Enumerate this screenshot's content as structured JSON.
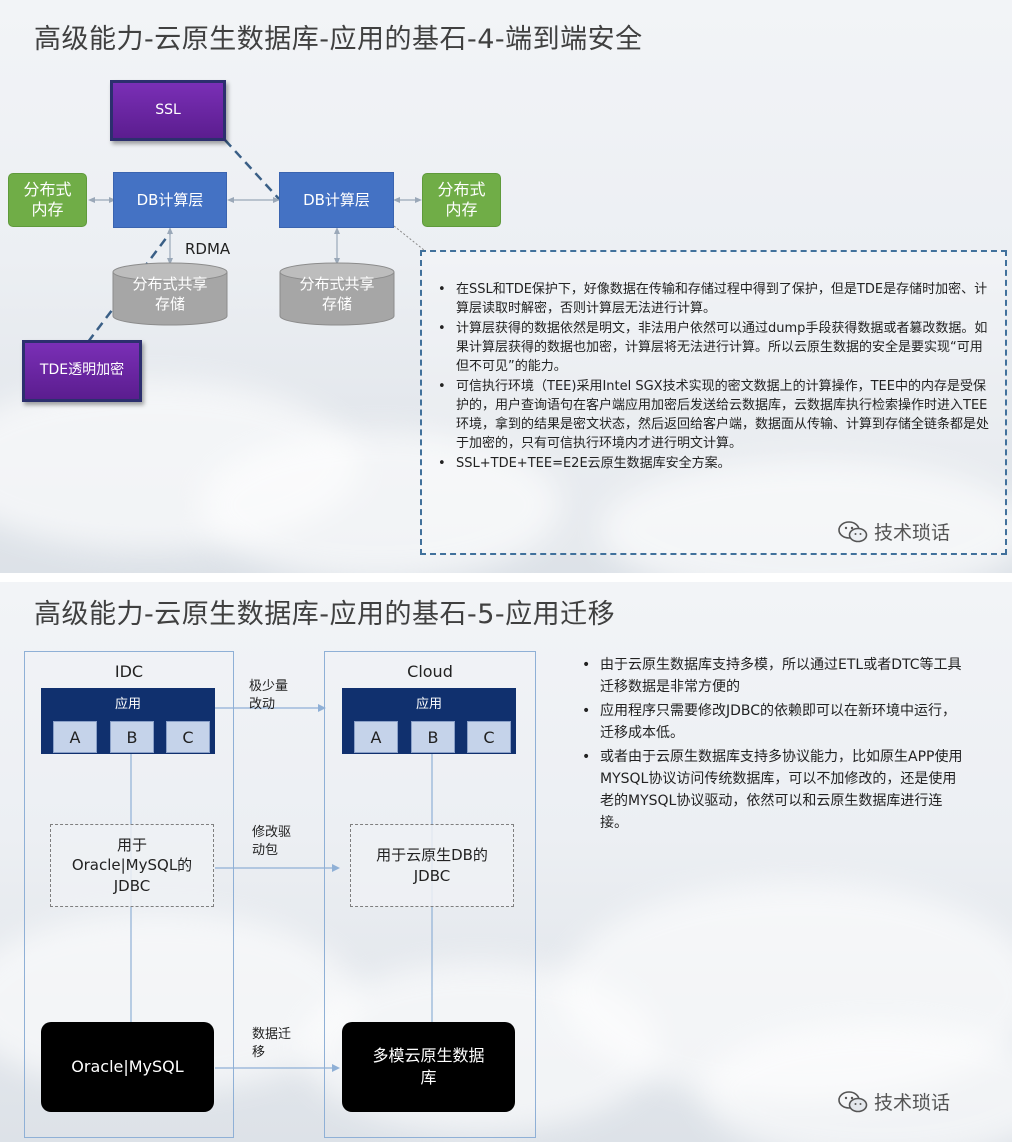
{
  "slide1": {
    "title": "高级能力-云原生数据库-应用的基石-4-端到端安全",
    "ssl_box": "SSL",
    "db_compute_left": "DB计算层",
    "db_compute_right": "DB计算层",
    "memory_left": "分布式\n内存",
    "memory_right": "分布式\n内存",
    "rdma_label": "RDMA",
    "storage_left": "分布式共享\n存储",
    "storage_right": "分布式共享\n存储",
    "tde_box": "TDE透明加密",
    "bullets": [
      "在SSL和TDE保护下，好像数据在传输和存储过程中得到了保护，但是TDE是存储时加密、计算层读取时解密，否则计算层无法进行计算。",
      "计算层获得的数据依然是明文，非法用户依然可以通过dump手段获得数据或者篡改数据。如果计算层获得的数据也加密，计算层将无法进行计算。所以云原生数据的安全是要实现“可用但不可见”的能力。",
      "可信执行环境（TEE)采用Intel SGX技术实现的密文数据上的计算操作，TEE中的内存是受保护的，用户查询语句在客户端应用加密后发送给云数据库，云数据库执行检索操作时进入TEE环境，拿到的结果是密文状态，然后返回给客户端，数据面从传输、计算到存储全链条都是处于加密的，只有可信执行环境内才进行明文计算。",
      "SSL+TDE+TEE=E2E云原生数据库安全方案。"
    ],
    "watermark": "技术琐话"
  },
  "slide2": {
    "title": "高级能力-云原生数据库-应用的基石-5-应用迁移",
    "idc_label": "IDC",
    "cloud_label": "Cloud",
    "app_label_left": "应用",
    "app_label_right": "应用",
    "cells_left": [
      "A",
      "B",
      "C"
    ],
    "cells_right": [
      "A",
      "B",
      "C"
    ],
    "arrow_label_1": "极少量\n改动",
    "arrow_label_2": "修改驱\n动包",
    "arrow_label_3": "数据迁\n移",
    "jdbc_left": "用于\nOracle|MySQL的\nJDBC",
    "jdbc_right": "用于云原生DB的\nJDBC",
    "db_left": "Oracle|MySQL",
    "db_right": "多模云原生数据\n库",
    "bullets": [
      "由于云原生数据库支持多模，所以通过ETL或者DTC等工具迁移数据是非常方便的",
      "应用程序只需要修改JDBC的依赖即可以在新环境中运行，迁移成本低。",
      "或者由于云原生数据库支持多协议能力，比如原生APP使用MYSQL协议访问传统数据库，可以不加修改的，还是使用老的MYSQL协议驱动，依然可以和云原生数据库进行连接。"
    ],
    "watermark": "技术琐话"
  },
  "colors": {
    "blue_box": "#4472c4",
    "green_box": "#70ad47",
    "purple_box": "#6a22a8",
    "navy_bar": "#10306e",
    "dashed_panel_border": "#41719c"
  }
}
